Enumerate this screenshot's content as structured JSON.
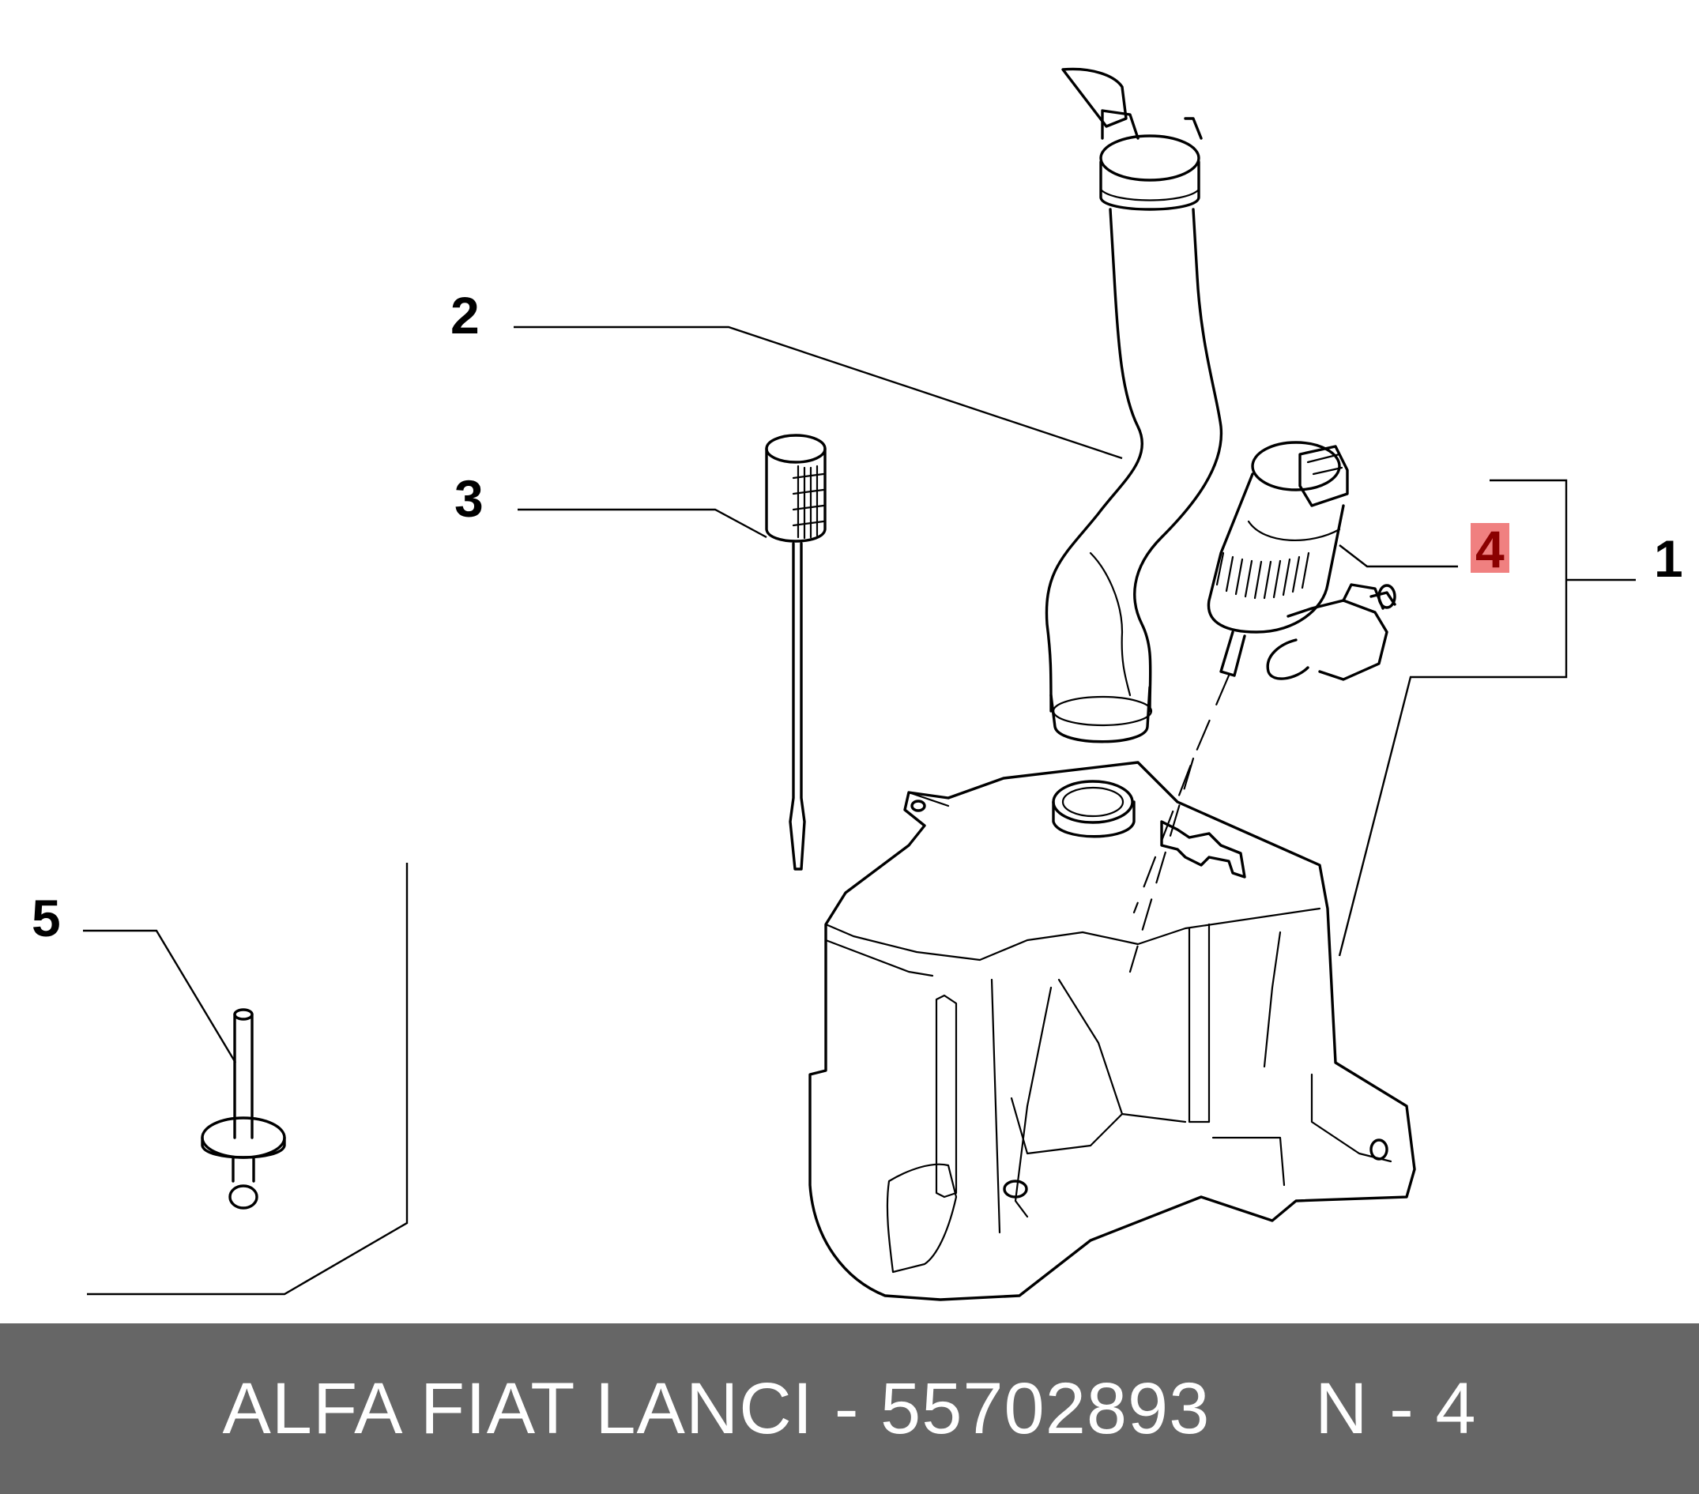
{
  "callouts": {
    "c1": "1",
    "c2": "2",
    "c3": "3",
    "c4": "4",
    "c5": "5"
  },
  "highlight_color": "#f08080",
  "footer": {
    "text": "ALFA FIAT LANCI - 55702893     N - 4",
    "background": "#666666"
  }
}
